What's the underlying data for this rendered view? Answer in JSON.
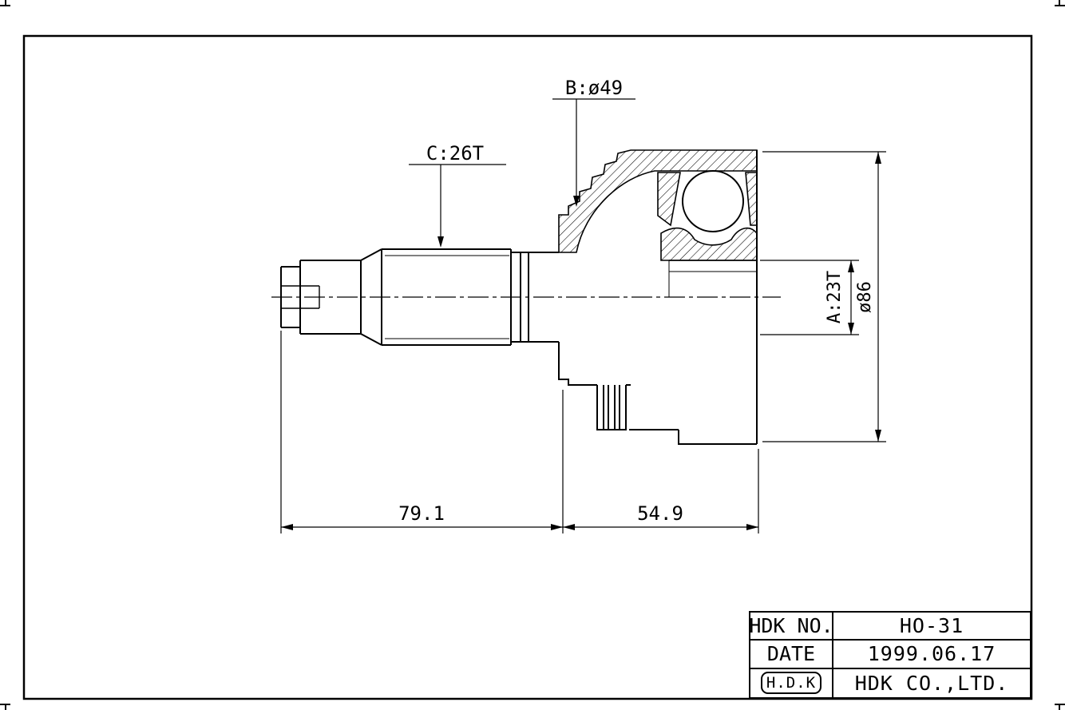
{
  "drawing": {
    "labels": {
      "spline_c": "C:26T",
      "dia_b": "B:ø49",
      "spline_a": "A:23T",
      "dia_a": "ø86",
      "length_left": "79.1",
      "length_right": "54.9"
    },
    "title_block": {
      "rows": [
        {
          "label": "HDK NO.",
          "value": "HO-31"
        },
        {
          "label": "DATE",
          "value": "1999.06.17"
        }
      ],
      "logo": "H.D.K",
      "company": "HDK CO.,LTD."
    }
  }
}
